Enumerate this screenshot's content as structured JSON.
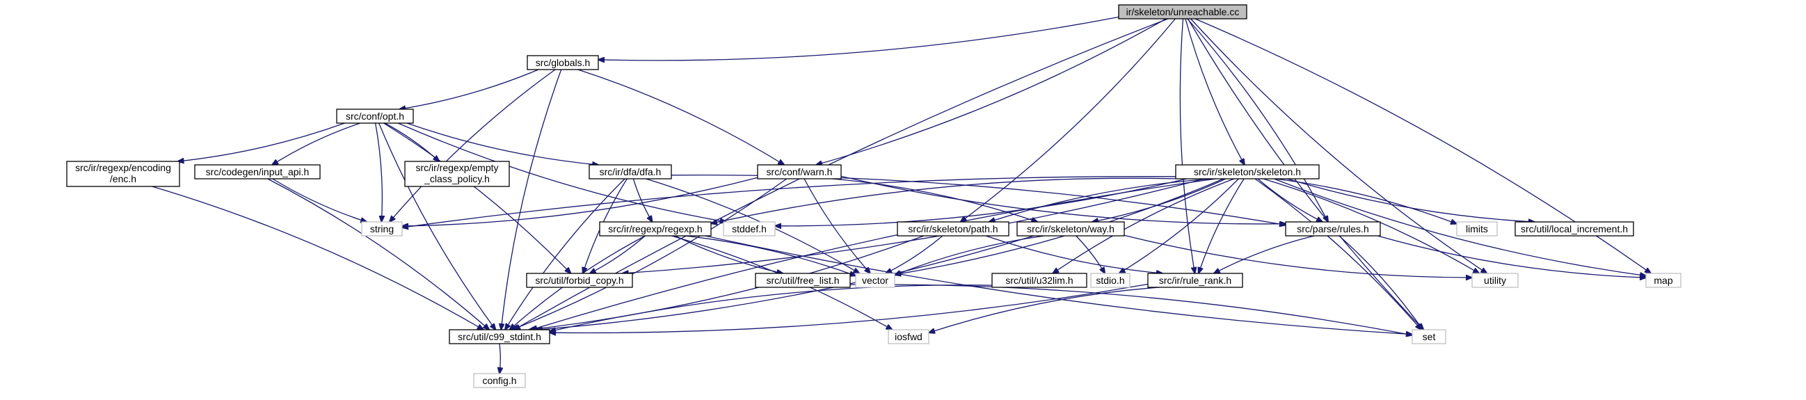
{
  "diagram": {
    "nodes": [
      {
        "id": "main",
        "label": "ir/skeleton/unreachable.cc",
        "style": "main"
      },
      {
        "id": "globals",
        "label": "src/globals.h",
        "style": "file"
      },
      {
        "id": "opt",
        "label": "src/conf/opt.h",
        "style": "file"
      },
      {
        "id": "enc",
        "label": [
          "src/ir/regexp/encoding",
          "/enc.h"
        ],
        "style": "file"
      },
      {
        "id": "input_api",
        "label": "src/codegen/input_api.h",
        "style": "file"
      },
      {
        "id": "ecp",
        "label": [
          "src/ir/regexp/empty",
          "_class_policy.h"
        ],
        "style": "file"
      },
      {
        "id": "dfa",
        "label": "src/ir/dfa/dfa.h",
        "style": "file"
      },
      {
        "id": "warn",
        "label": "src/conf/warn.h",
        "style": "file"
      },
      {
        "id": "skeleton",
        "label": "src/ir/skeleton/skeleton.h",
        "style": "file"
      },
      {
        "id": "string",
        "label": "string",
        "style": "sys"
      },
      {
        "id": "stddef",
        "label": "stddef.h",
        "style": "sys"
      },
      {
        "id": "regexp",
        "label": "src/ir/regexp/regexp.h",
        "style": "file"
      },
      {
        "id": "path",
        "label": "src/ir/skeleton/path.h",
        "style": "file"
      },
      {
        "id": "way",
        "label": "src/ir/skeleton/way.h",
        "style": "file"
      },
      {
        "id": "rules",
        "label": "src/parse/rules.h",
        "style": "file"
      },
      {
        "id": "limits",
        "label": "limits",
        "style": "sys"
      },
      {
        "id": "local_inc",
        "label": "src/util/local_increment.h",
        "style": "file"
      },
      {
        "id": "forbid",
        "label": "src/util/forbid_copy.h",
        "style": "file"
      },
      {
        "id": "free_list",
        "label": "src/util/free_list.h",
        "style": "file"
      },
      {
        "id": "vector",
        "label": "vector",
        "style": "sys"
      },
      {
        "id": "u32lim",
        "label": "src/util/u32lim.h",
        "style": "file"
      },
      {
        "id": "stdio",
        "label": "stdio.h",
        "style": "sys"
      },
      {
        "id": "rule_rank",
        "label": "src/ir/rule_rank.h",
        "style": "file"
      },
      {
        "id": "utility",
        "label": "utility",
        "style": "sys"
      },
      {
        "id": "map",
        "label": "map",
        "style": "sys"
      },
      {
        "id": "c99",
        "label": "src/util/c99_stdint.h",
        "style": "file"
      },
      {
        "id": "iosfwd",
        "label": "iosfwd",
        "style": "sys"
      },
      {
        "id": "set",
        "label": "set",
        "style": "sys"
      },
      {
        "id": "config",
        "label": "config.h",
        "style": "sys"
      }
    ],
    "edges": [
      [
        "main",
        "globals"
      ],
      [
        "main",
        "c99"
      ],
      [
        "main",
        "warn"
      ],
      [
        "main",
        "skeleton"
      ],
      [
        "main",
        "path"
      ],
      [
        "main",
        "rule_rank"
      ],
      [
        "main",
        "rules"
      ],
      [
        "main",
        "utility"
      ],
      [
        "main",
        "map"
      ],
      [
        "main",
        "set"
      ],
      [
        "globals",
        "opt"
      ],
      [
        "globals",
        "string"
      ],
      [
        "globals",
        "warn"
      ],
      [
        "globals",
        "c99"
      ],
      [
        "opt",
        "enc"
      ],
      [
        "opt",
        "input_api"
      ],
      [
        "opt",
        "ecp"
      ],
      [
        "opt",
        "dfa"
      ],
      [
        "opt",
        "string"
      ],
      [
        "opt",
        "stddef"
      ],
      [
        "opt",
        "forbid"
      ],
      [
        "opt",
        "c99"
      ],
      [
        "enc",
        "c99"
      ],
      [
        "input_api",
        "string"
      ],
      [
        "input_api",
        "c99"
      ],
      [
        "dfa",
        "regexp"
      ],
      [
        "dfa",
        "rules"
      ],
      [
        "dfa",
        "forbid"
      ],
      [
        "dfa",
        "vector"
      ],
      [
        "dfa",
        "c99"
      ],
      [
        "warn",
        "string"
      ],
      [
        "warn",
        "rules"
      ],
      [
        "warn",
        "way"
      ],
      [
        "warn",
        "vector"
      ],
      [
        "warn",
        "c99"
      ],
      [
        "skeleton",
        "string"
      ],
      [
        "skeleton",
        "stddef"
      ],
      [
        "skeleton",
        "regexp"
      ],
      [
        "skeleton",
        "forbid"
      ],
      [
        "skeleton",
        "path"
      ],
      [
        "skeleton",
        "way"
      ],
      [
        "skeleton",
        "rules"
      ],
      [
        "skeleton",
        "limits"
      ],
      [
        "skeleton",
        "local_inc"
      ],
      [
        "skeleton",
        "vector"
      ],
      [
        "skeleton",
        "u32lim"
      ],
      [
        "skeleton",
        "stdio"
      ],
      [
        "skeleton",
        "rule_rank"
      ],
      [
        "skeleton",
        "utility"
      ],
      [
        "skeleton",
        "map"
      ],
      [
        "skeleton",
        "set"
      ],
      [
        "skeleton",
        "c99"
      ],
      [
        "regexp",
        "forbid"
      ],
      [
        "regexp",
        "free_list"
      ],
      [
        "regexp",
        "vector"
      ],
      [
        "regexp",
        "c99"
      ],
      [
        "regexp",
        "iosfwd"
      ],
      [
        "regexp",
        "set"
      ],
      [
        "path",
        "vector"
      ],
      [
        "path",
        "rule_rank"
      ],
      [
        "path",
        "c99"
      ],
      [
        "way",
        "vector"
      ],
      [
        "way",
        "stdio"
      ],
      [
        "way",
        "utility"
      ],
      [
        "way",
        "c99"
      ],
      [
        "rules",
        "rule_rank"
      ],
      [
        "rules",
        "set"
      ],
      [
        "rules",
        "map"
      ],
      [
        "free_list",
        "set"
      ],
      [
        "u32lim",
        "c99"
      ],
      [
        "rule_rank",
        "c99"
      ],
      [
        "rule_rank",
        "iosfwd"
      ],
      [
        "c99",
        "config"
      ]
    ]
  }
}
